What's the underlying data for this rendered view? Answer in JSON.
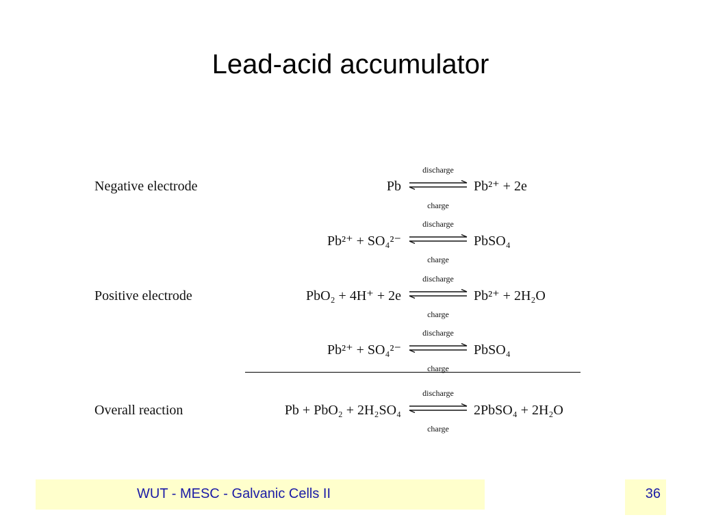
{
  "slide": {
    "title": "Lead-acid accumulator",
    "footer_text": "WUT - MESC - Galvanic Cells II",
    "page_number": "36"
  },
  "arrows": {
    "top": "discharge",
    "bottom": "charge"
  },
  "reactions": [
    {
      "label": "Negative electrode",
      "left": "Pb",
      "right": "Pb²⁺ + 2e"
    },
    {
      "label": "",
      "left": "Pb²⁺ + SO₄²⁻",
      "right": "PbSO₄"
    },
    {
      "label": "Positive electrode",
      "left": "PbO₂ + 4H⁺ + 2e",
      "right": "Pb²⁺ + 2H₂O"
    },
    {
      "label": "",
      "left": "Pb²⁺ + SO₄²⁻",
      "right": "PbSO₄"
    },
    {
      "label": "Overall reaction",
      "left": "Pb + PbO₂ + 2H₂SO₄",
      "right": "2PbSO₄ + 2H₂O"
    }
  ],
  "colors": {
    "footer_background": "#ffffcc",
    "footer_text": "#1a1aa6"
  }
}
